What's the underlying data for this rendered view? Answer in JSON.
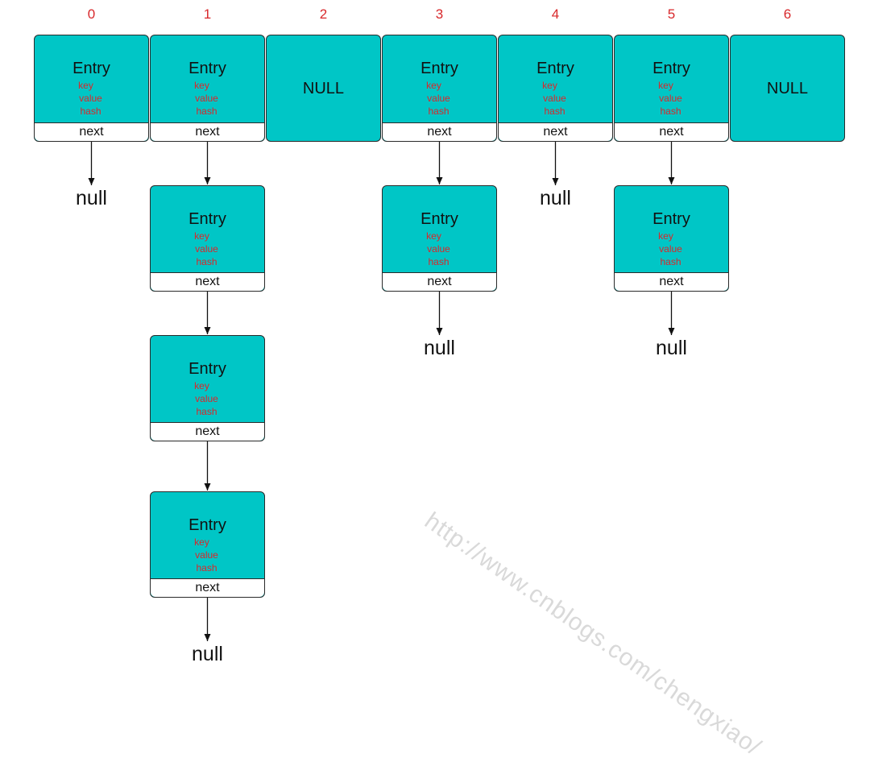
{
  "diagram": {
    "indices": [
      "0",
      "1",
      "2",
      "3",
      "4",
      "5",
      "6"
    ],
    "entry_label": "Entry",
    "fields": [
      "key",
      "value",
      "hash"
    ],
    "next_label": "next",
    "null_bucket_label": "NULL",
    "null_end_label": "null",
    "buckets": [
      {
        "index": "0",
        "chain_length": 1
      },
      {
        "index": "1",
        "chain_length": 4
      },
      {
        "index": "2",
        "chain_length": 0
      },
      {
        "index": "3",
        "chain_length": 2
      },
      {
        "index": "4",
        "chain_length": 1
      },
      {
        "index": "5",
        "chain_length": 2
      },
      {
        "index": "6",
        "chain_length": 0
      }
    ],
    "watermark": "http://www.cnblogs.com/chengxiao/"
  },
  "colors": {
    "entry_fill": "#00c6c6",
    "field_text": "#d8282b",
    "index_text": "#d8282b",
    "watermark": "#d9d9d9"
  }
}
